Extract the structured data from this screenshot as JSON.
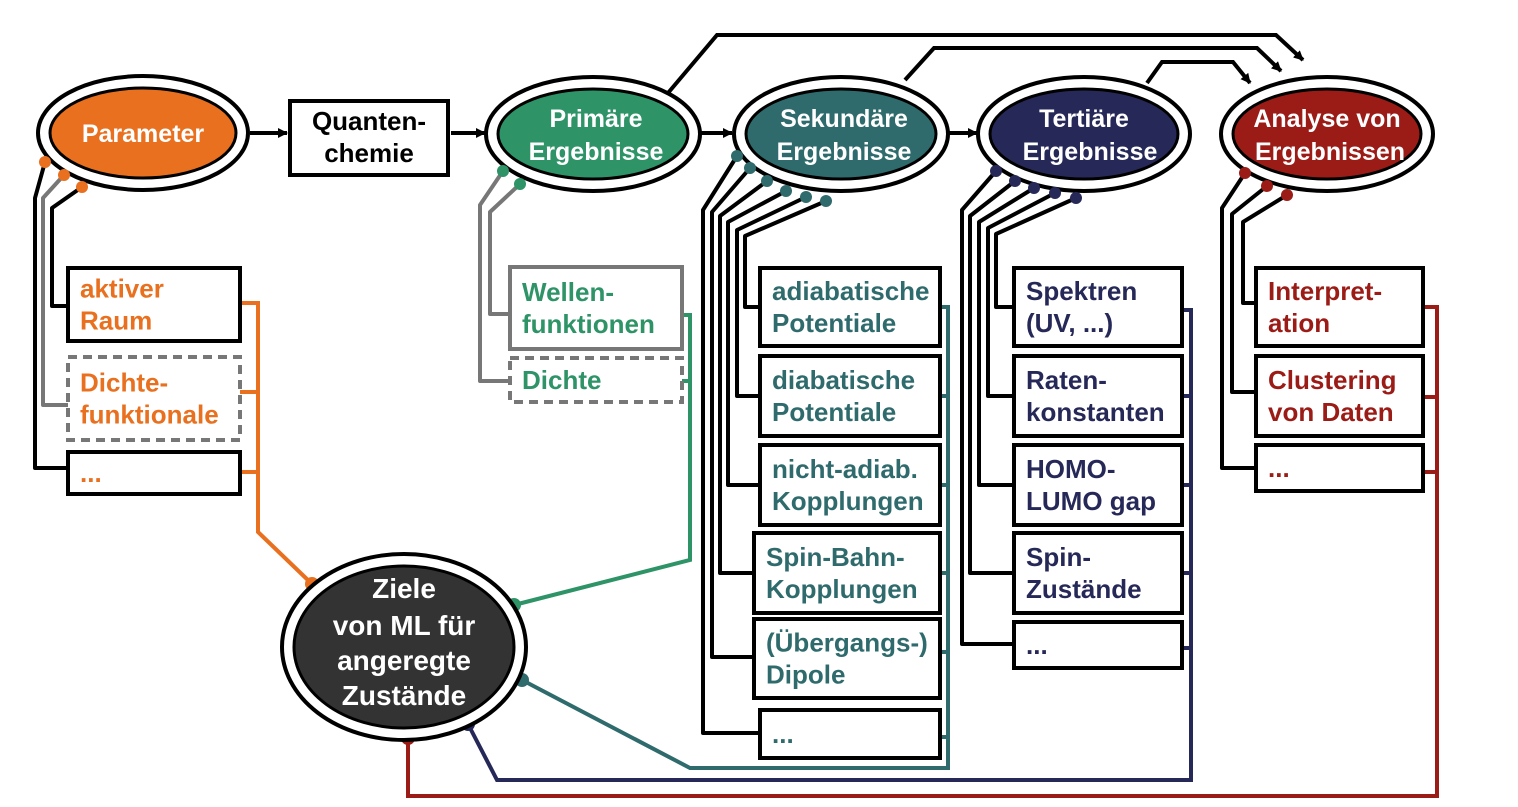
{
  "colors": {
    "parameter": "#e8701f",
    "primary": "#2e9366",
    "secondary": "#2f6b6c",
    "tertiary": "#262958",
    "analysis": "#9b1c17",
    "center": "#333333",
    "black": "#000000",
    "gray": "#777777"
  },
  "nodes": {
    "parameter": "Parameter",
    "quantenchemie": [
      "Quanten-",
      "chemie"
    ],
    "primary": [
      "Primäre",
      "Ergebnisse"
    ],
    "secondary": [
      "Sekundäre",
      "Ergebnisse"
    ],
    "tertiary": [
      "Tertiäre",
      "Ergebnisse"
    ],
    "analysis": [
      "Analyse von",
      "Ergebnissen"
    ],
    "center": [
      "Ziele",
      "von ML für",
      "angeregte",
      "Zustände"
    ]
  },
  "parameter_items": [
    [
      "aktiver",
      "Raum"
    ],
    [
      "Dichte-",
      "funktionale"
    ],
    [
      "..."
    ]
  ],
  "primary_items": [
    [
      "Wellen-",
      "funktionen"
    ],
    [
      "Dichte"
    ]
  ],
  "secondary_items": [
    [
      "adiabatische",
      "Potentiale"
    ],
    [
      "diabatische",
      "Potentiale"
    ],
    [
      "nicht-adiab.",
      "Kopplungen"
    ],
    [
      "Spin-Bahn-",
      "Kopplungen"
    ],
    [
      "(Übergangs-)",
      "Dipole"
    ],
    [
      "..."
    ]
  ],
  "tertiary_items": [
    [
      "Spektren",
      "(UV, ...)"
    ],
    [
      "Raten-",
      "konstanten"
    ],
    [
      "HOMO-",
      "LUMO gap"
    ],
    [
      "Spin-",
      "Zustände"
    ],
    [
      "..."
    ]
  ],
  "analysis_items": [
    [
      "Interpret-",
      "ation"
    ],
    [
      "Clustering",
      "von Daten"
    ],
    [
      "..."
    ]
  ]
}
